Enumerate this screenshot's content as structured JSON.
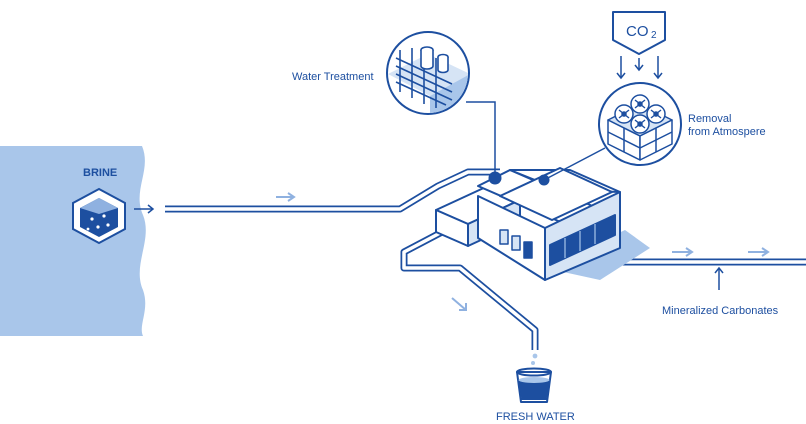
{
  "diagram": {
    "labels": {
      "brine": "BRINE",
      "water_treatment": "Water Treatment",
      "co2_main": "CO",
      "co2_sub": "2",
      "removal_line1": "Removal",
      "removal_line2": "from Atmospere",
      "mineralized_carbonates": "Mineralized Carbonates",
      "fresh_water": "FRESH WATER"
    },
    "colors": {
      "primary": "#1d4fa0",
      "light_blue": "#a9c6ea",
      "pale_blue": "#d6e4f5",
      "pipe_fill": "#ffffff",
      "arrow_light": "#8fb1e0"
    },
    "icons": [
      "brine-hexagon-icon",
      "water-treatment-tanks-icon",
      "co2-capture-fans-icon",
      "building-icon",
      "glass-of-water-icon"
    ]
  }
}
